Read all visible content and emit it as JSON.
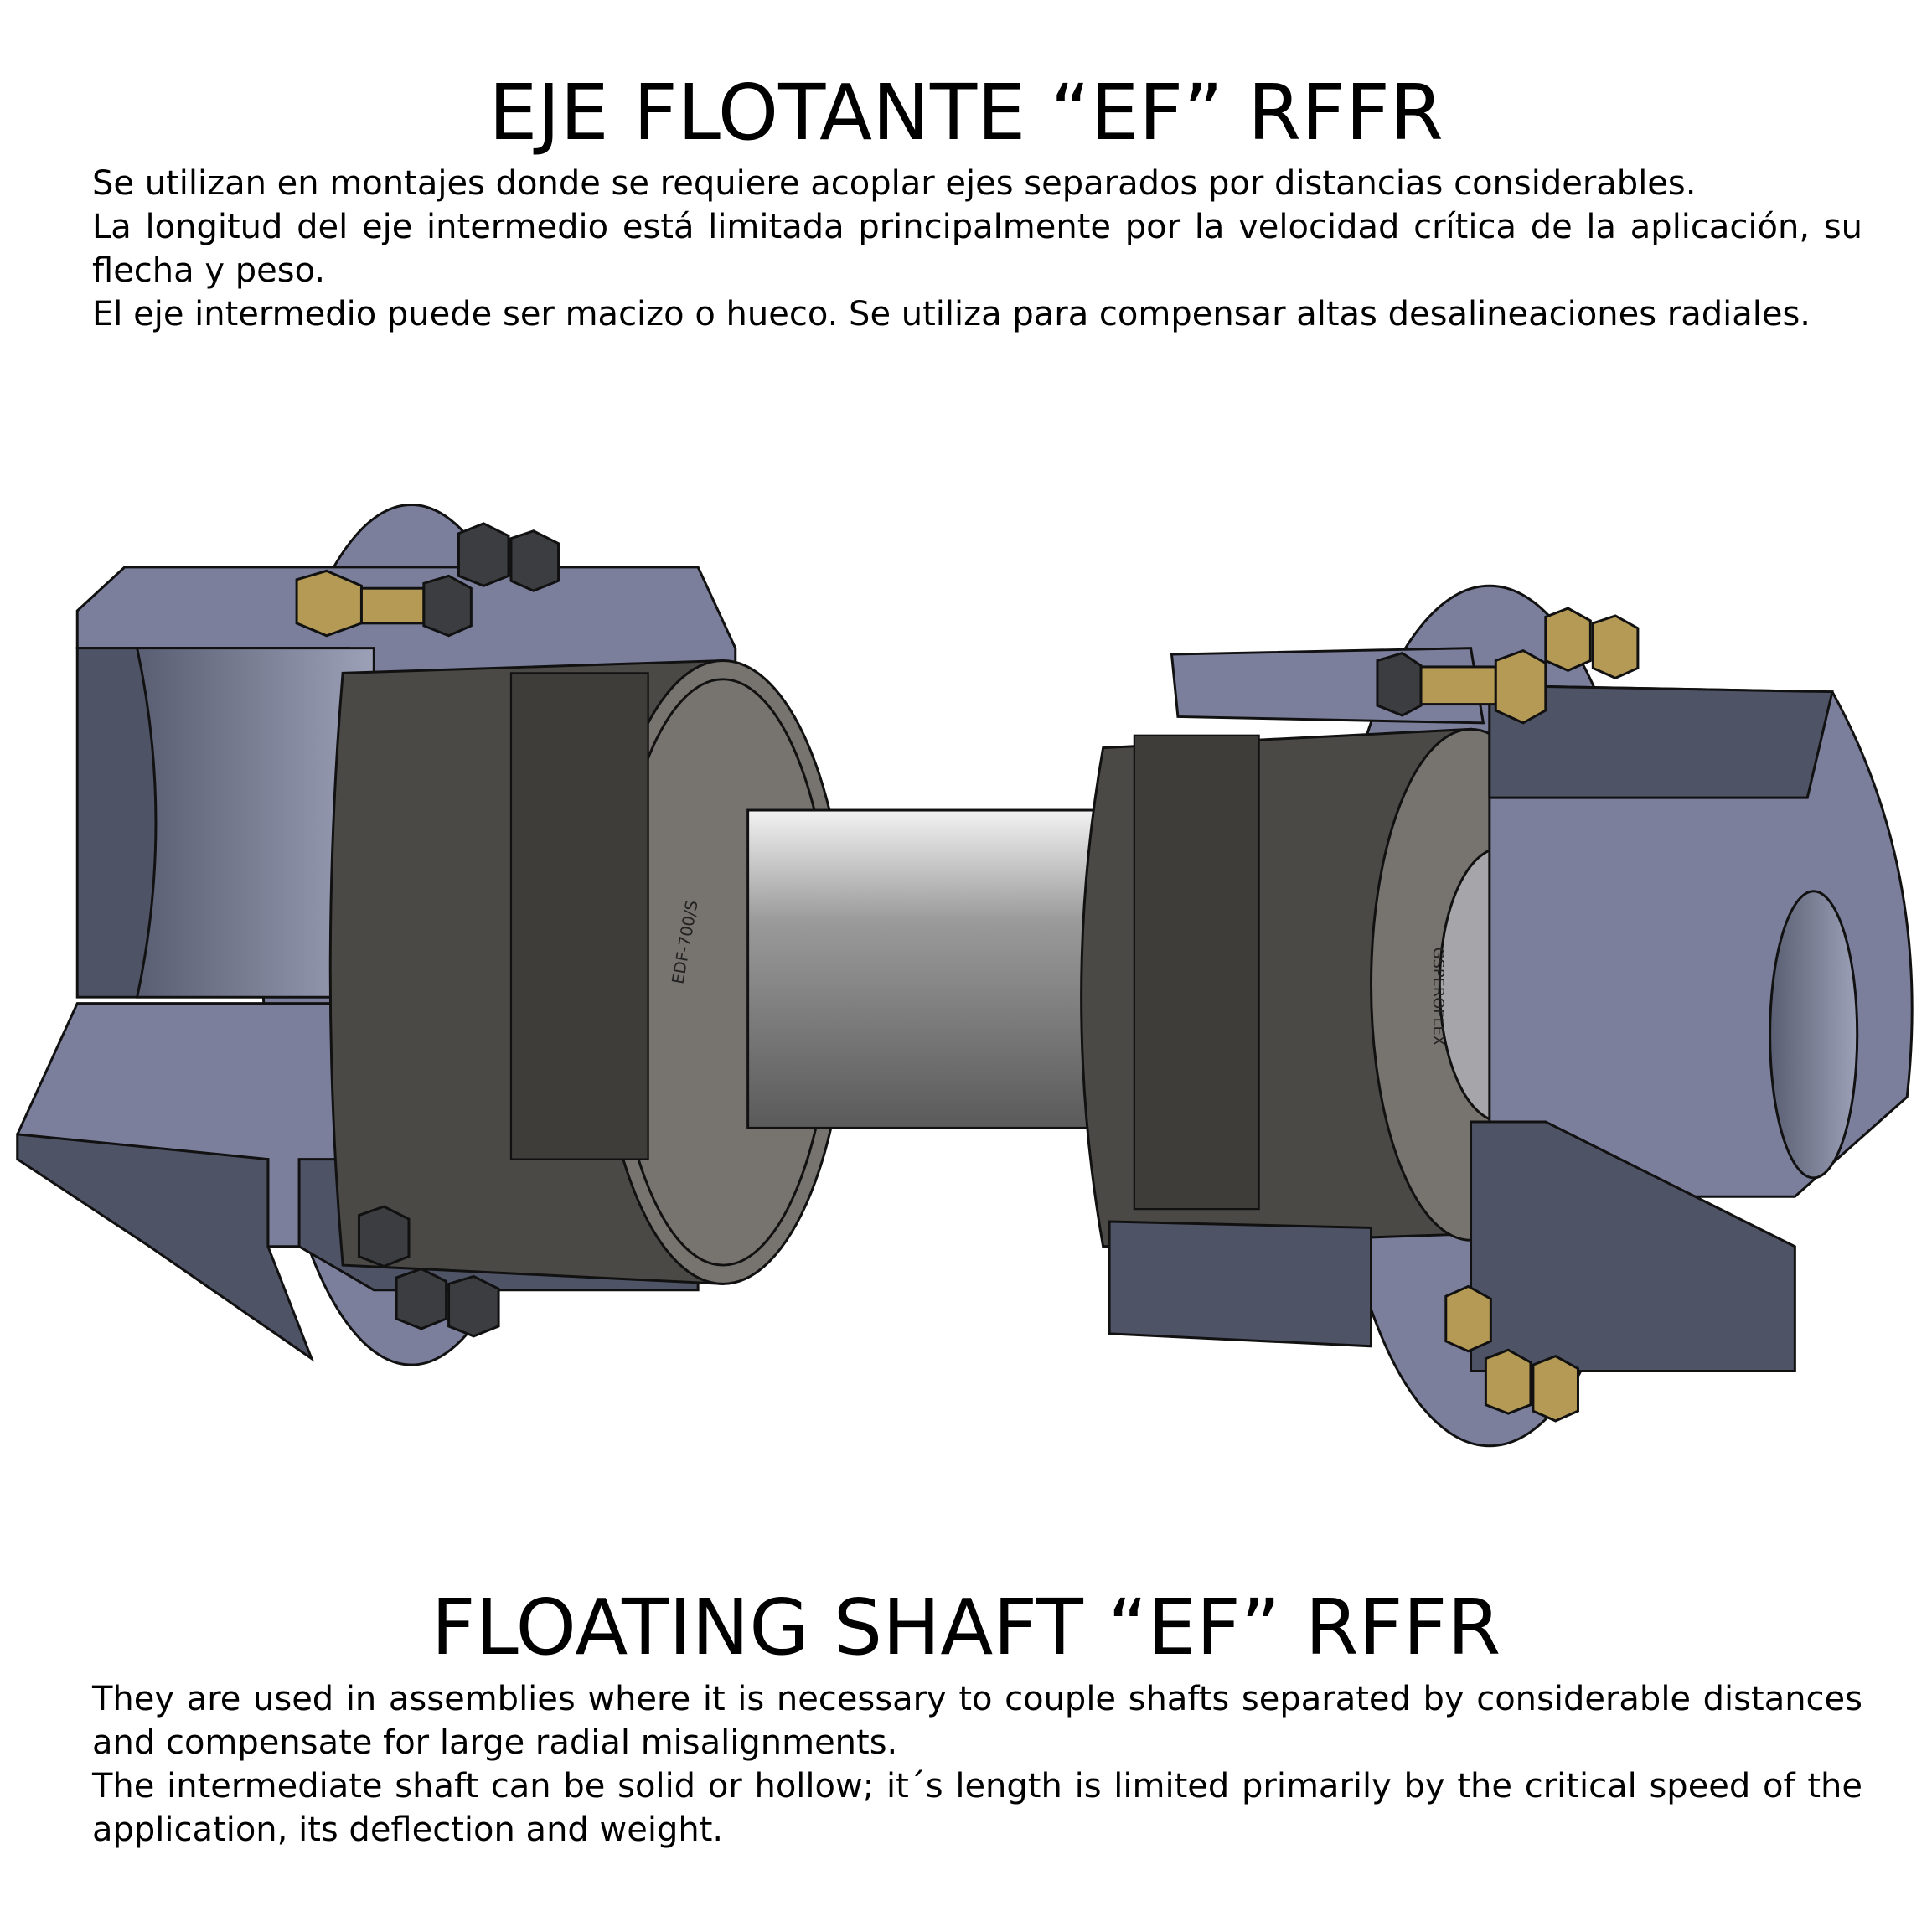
{
  "spanish": {
    "title": "EJE FLOTANTE “EF” RFFR",
    "paragraphs": [
      "Se utilizan en montajes donde se requiere acoplar ejes separados por distancias considerables.",
      "La longitud del eje intermedio está limitada principalmente por la velocidad crítica de la aplicación, su flecha y peso.",
      "El eje intermedio puede ser macizo o hueco. Se utiliza para compensar altas desalineaciones radiales."
    ]
  },
  "english": {
    "title": "FLOATING SHAFT “EF” RFFR",
    "paragraphs": [
      "They are used in assemblies where it is necessary to couple shafts separated by considerable distances and compensate for large radial misalignments.",
      "The intermediate shaft can be solid or hollow; it´s length is limited primarily by the critical speed of the application, its deflection and weight."
    ]
  },
  "drawing": {
    "left_sleeve_marking": "EDF-700/S",
    "right_sleeve_marking": "GSPEROFLEX",
    "colors": {
      "hub_dark": "#4f5366",
      "hub_light": "#7b7f9c",
      "sleeve": "#77746f",
      "sleeve_dark": "#4a4946",
      "bolt": "#b49a55",
      "nut": "#3c3d40"
    }
  }
}
